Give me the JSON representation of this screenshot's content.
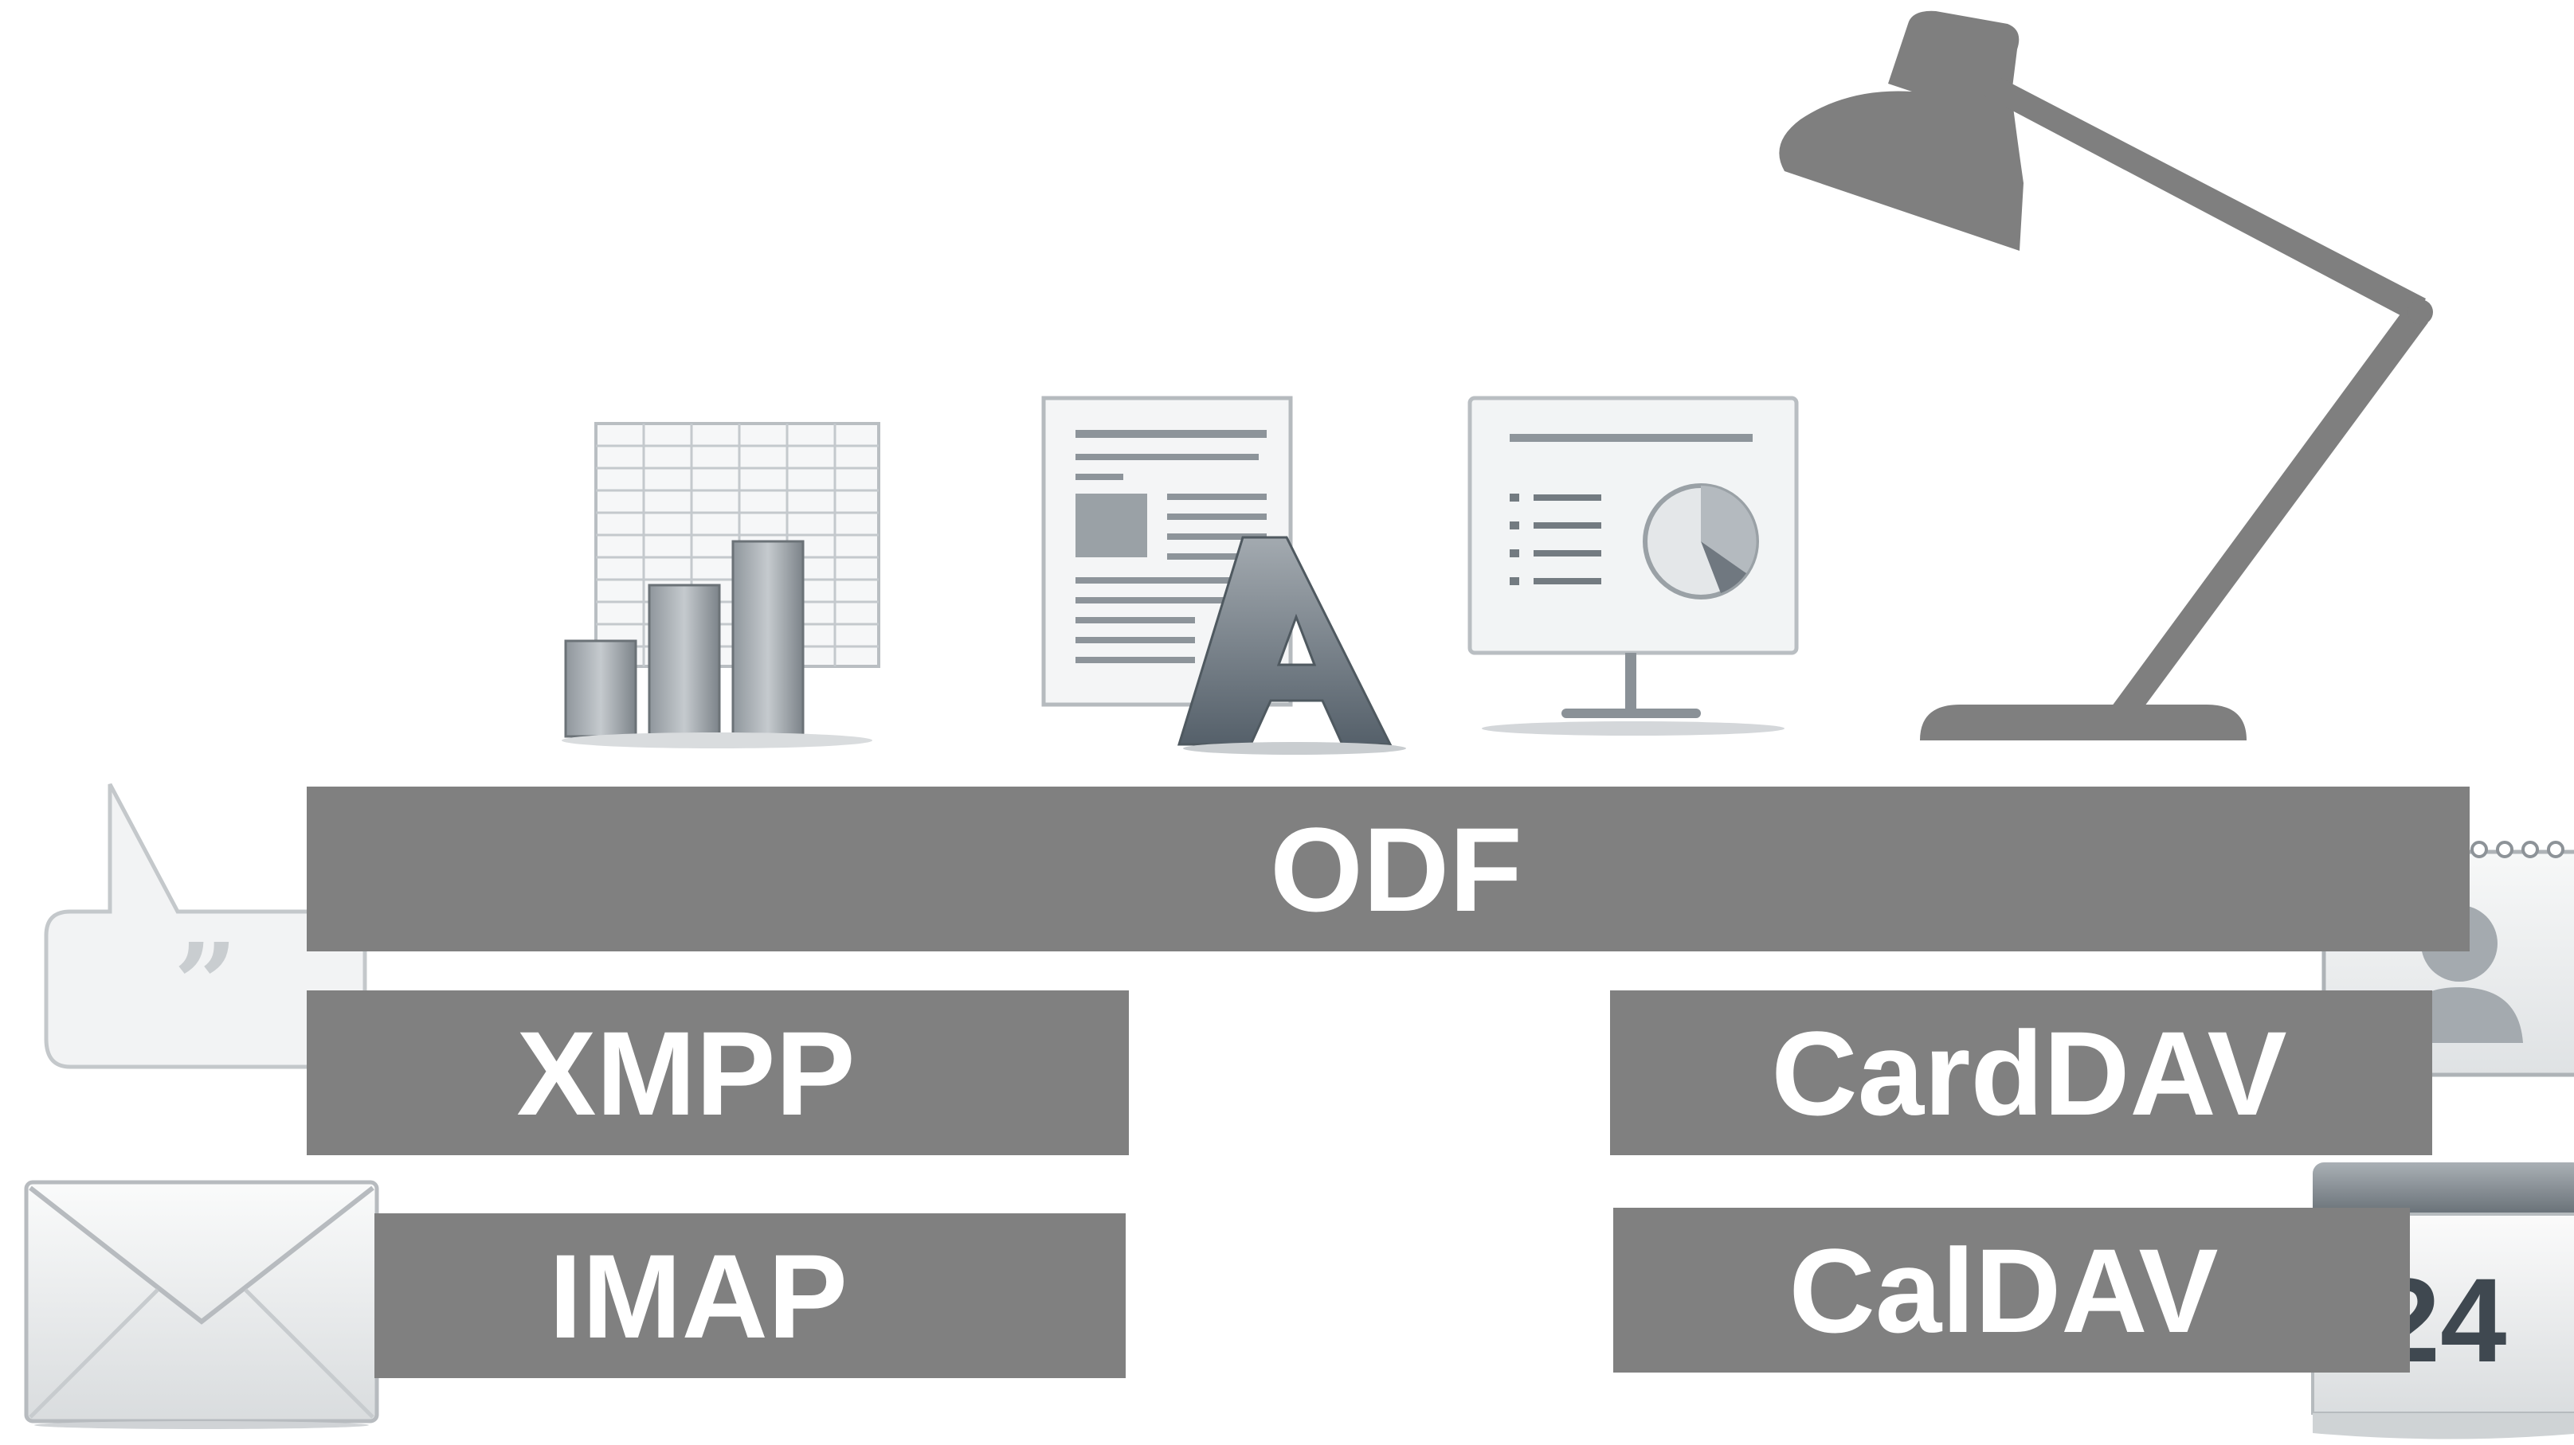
{
  "diagram": {
    "layers": {
      "odf": "ODF",
      "xmpp": "XMPP",
      "imap": "IMAP",
      "carddav": "CardDAV",
      "caldav": "CalDAV"
    },
    "calendar_day": "24",
    "chat_quote_mark": "”"
  },
  "icons": {
    "spreadsheet": "spreadsheet-chart-icon",
    "document": "text-document-icon",
    "presentation": "presentation-icon",
    "lamp": "desk-lamp-icon",
    "chat": "chat-bubble-icon",
    "mail": "envelope-icon",
    "contacts": "address-book-icon",
    "calendar": "calendar-icon"
  },
  "colors": {
    "bar": "#808080",
    "bar_text": "#ffffff",
    "lamp": "#7f7f7f",
    "icon_gray": "#9aa0a6"
  }
}
